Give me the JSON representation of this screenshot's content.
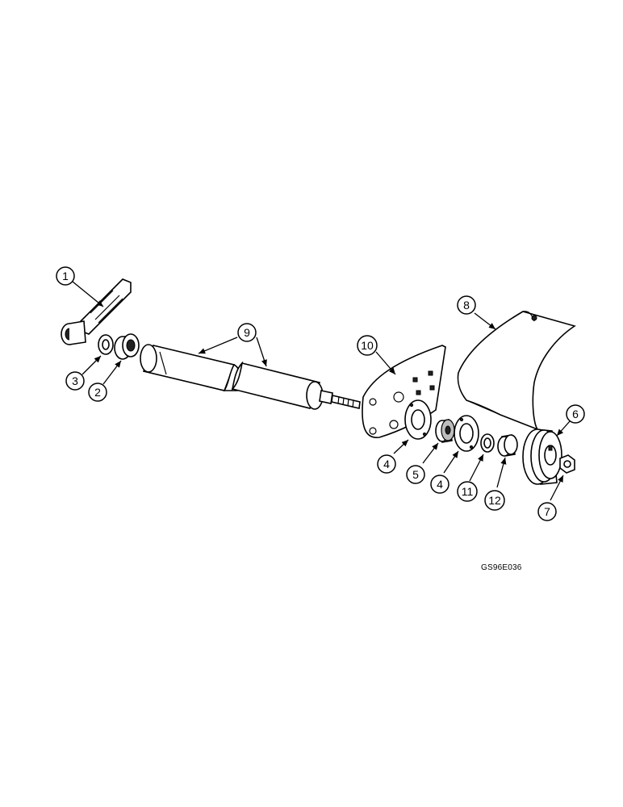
{
  "figure_id": "GS96E036",
  "callouts": {
    "c1": "1",
    "c2": "2",
    "c3": "3",
    "c4a": "4",
    "c4b": "4",
    "c5": "5",
    "c6": "6",
    "c7": "7",
    "c8": "8",
    "c9": "9",
    "c10": "10",
    "c11": "11",
    "c12": "12"
  }
}
